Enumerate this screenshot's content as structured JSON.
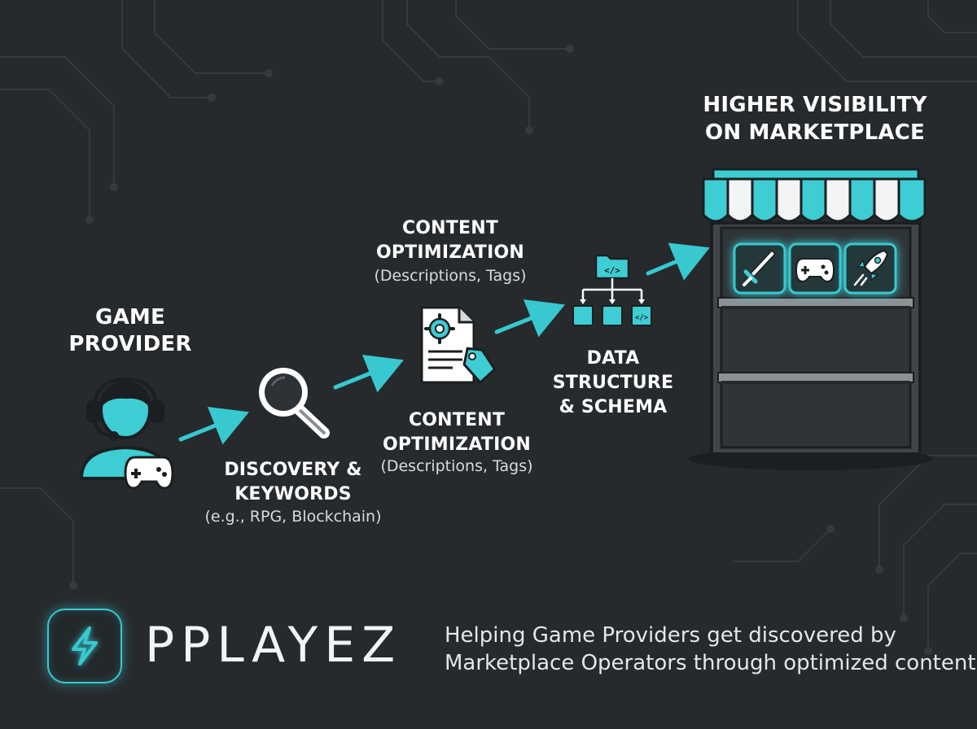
{
  "steps": {
    "game_provider": {
      "title": [
        "GAME",
        "PROVIDER"
      ]
    },
    "discovery": {
      "title": [
        "DISCOVERY &",
        "KEYWORDS"
      ],
      "subtitle": "(e.g., RPG, Blockchain)"
    },
    "content_top": {
      "title": [
        "CONTENT",
        "OPTIMIZATION"
      ],
      "subtitle": "(Descriptions, Tags)"
    },
    "content_bottom": {
      "title": [
        "CONTENT",
        "OPTIMIZATION"
      ],
      "subtitle": "(Descriptions, Tags)"
    },
    "data_structure": {
      "title": [
        "DATA",
        "STRUCTURE",
        "& SCHEMA"
      ]
    },
    "marketplace": {
      "title": [
        "HIGHER VISIBILITY",
        "ON MARKETPLACE"
      ]
    }
  },
  "footer": {
    "brand": "PPLAYEZ",
    "tagline": [
      "Helping Game Providers get discovered by",
      "Marketplace Operators through optimized content."
    ]
  },
  "icons": {
    "provider": "gamer-headset-icon",
    "controller": "gamepad-icon",
    "discovery": "magnifier-icon",
    "content": "document-gear-tag-icon",
    "schema": "folder-tree-code-icon",
    "shop": "storefront-icon",
    "shop_items": [
      "sword-icon",
      "gamepad-icon",
      "rocket-icon"
    ],
    "logo": "lightning-bolt-icon"
  },
  "colors": {
    "accent": "#37c9cf",
    "background": "#262a2d",
    "text": "#ffffff"
  }
}
